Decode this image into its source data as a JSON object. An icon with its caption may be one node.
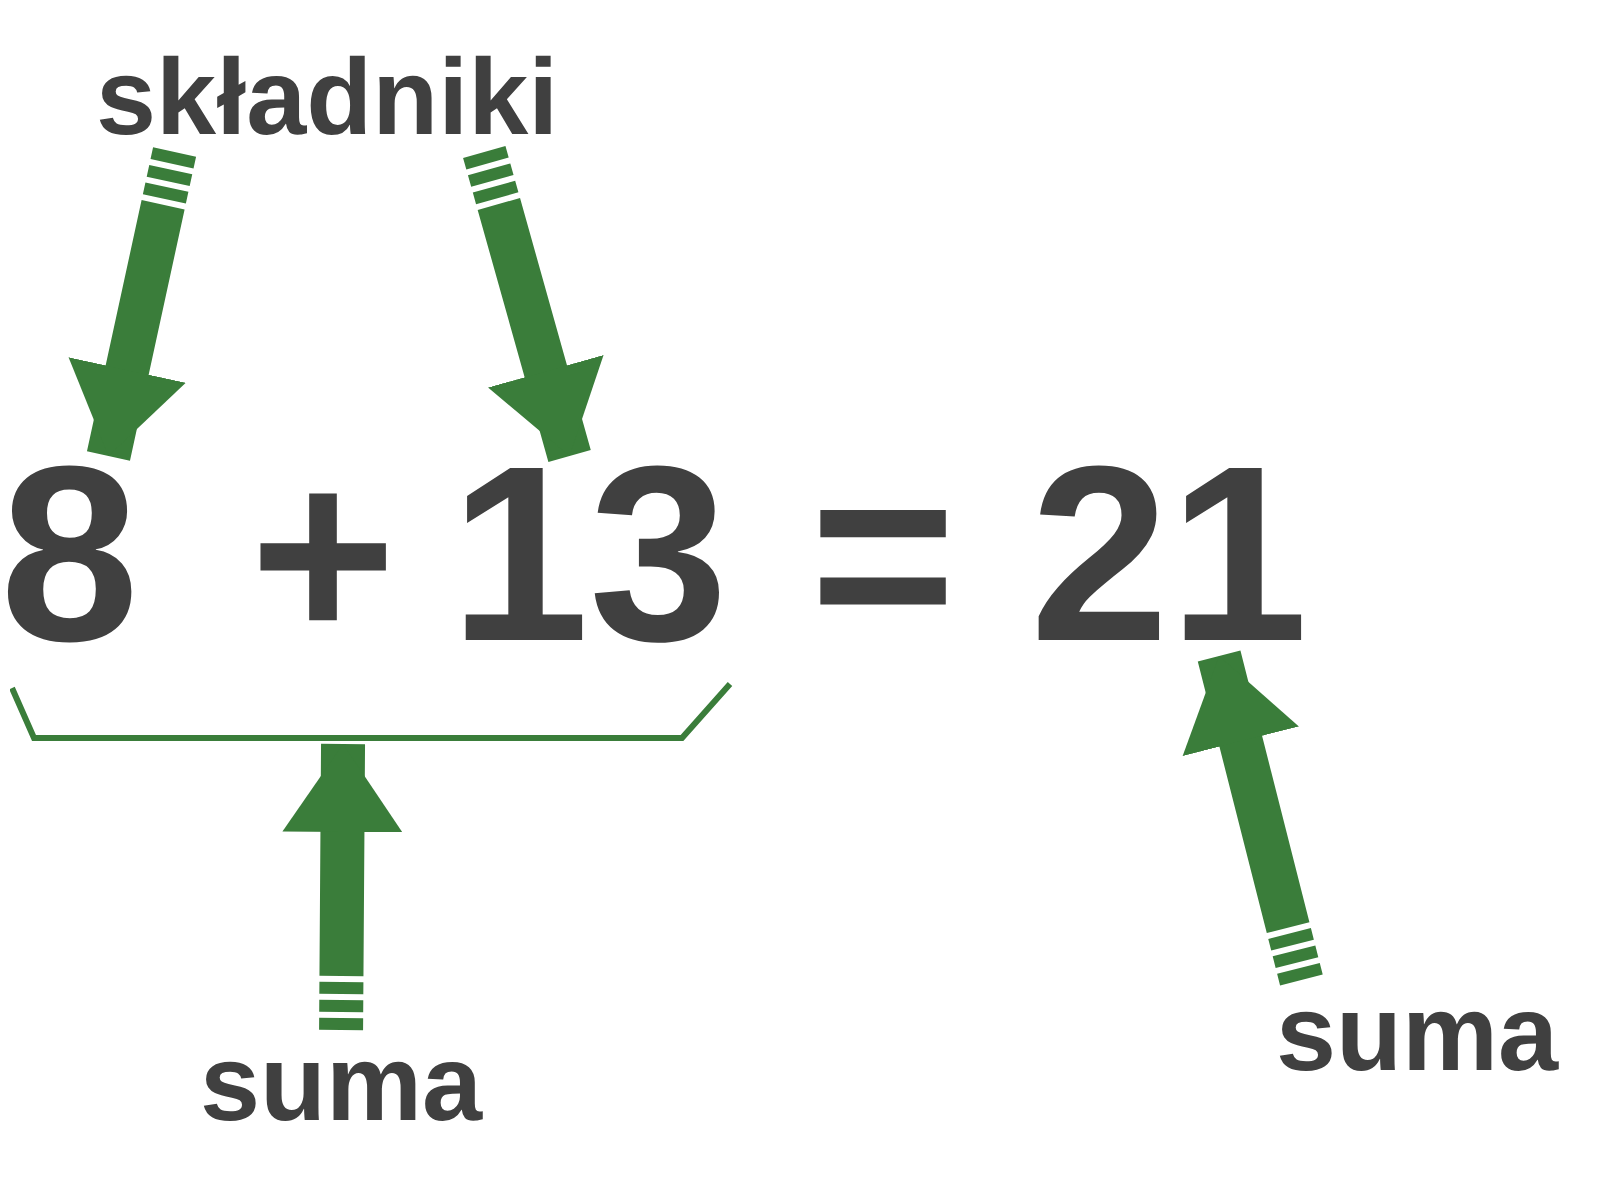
{
  "diagram": {
    "nodes": [
      {
        "text": [
          "składniki"
        ]
      },
      {
        "text": [
          "8"
        ]
      },
      {
        "text": [
          "13"
        ]
      },
      {
        "text": [
          "21"
        ]
      },
      {
        "text": [],
        "shape": "bracket"
      },
      {
        "text": [
          "suma"
        ]
      },
      {
        "text": [
          "suma"
        ]
      }
    ],
    "edges": [
      {
        "from": 0,
        "to": 1,
        "arrow": "to"
      },
      {
        "from": 0,
        "to": 2,
        "arrow": "to"
      },
      {
        "from": 5,
        "to": 4,
        "arrow": "to"
      },
      {
        "from": 6,
        "to": 3,
        "arrow": "to"
      }
    ],
    "labels": [
      "+",
      "="
    ]
  }
}
